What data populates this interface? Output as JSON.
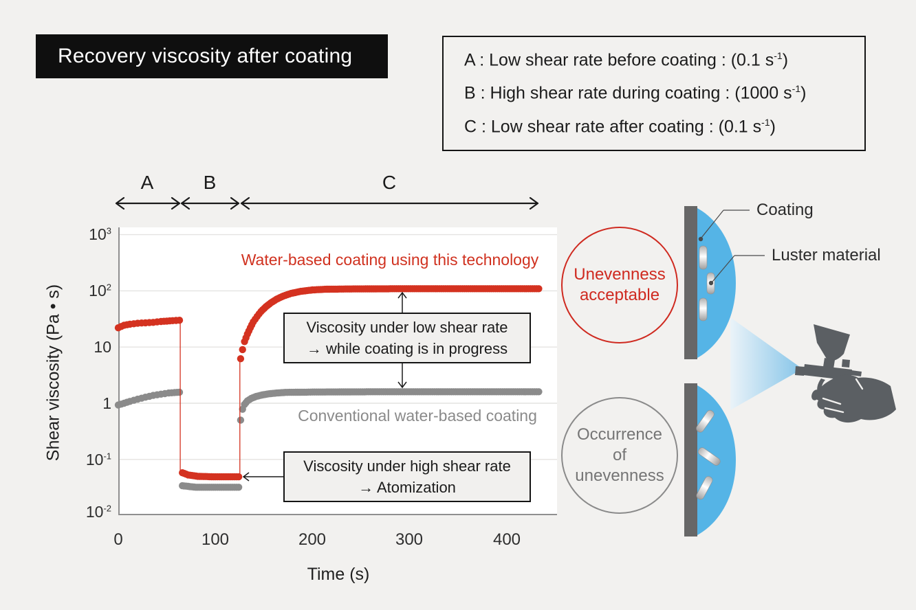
{
  "title": {
    "banner": "Recovery viscosity after coating"
  },
  "legend": {
    "items": [
      {
        "text": "A : Low shear rate before coating : (0.1 s",
        "sup": "-1",
        "close": ")"
      },
      {
        "text": "B : High shear rate during coating : (1000 s",
        "sup": "-1",
        "close": ")"
      },
      {
        "text": "C : Low shear rate after coating : (0.1 s",
        "sup": "-1",
        "close": ")"
      }
    ]
  },
  "chart_data": {
    "type": "scatter",
    "title": "",
    "xlabel": "Time (s)",
    "ylabel": "Shear viscosity (Pa • s)",
    "x_ticks": [
      0,
      100,
      200,
      300,
      400
    ],
    "y_ticks": [
      {
        "base": "10",
        "exp": "3"
      },
      {
        "base": "10",
        "exp": "2"
      },
      {
        "base": "10",
        "exp": ""
      },
      {
        "base": "1",
        "exp": ""
      },
      {
        "base": "10",
        "exp": "-1"
      },
      {
        "base": "10",
        "exp": "-2"
      }
    ],
    "xlim": [
      0,
      450
    ],
    "ylim_log10": [
      -2,
      3
    ],
    "grid": "horizontal-decades",
    "legend_position": "inline-labels",
    "phases": [
      {
        "label": "A",
        "t_range_s": [
          0,
          64
        ]
      },
      {
        "label": "B",
        "t_range_s": [
          64,
          125
        ]
      },
      {
        "label": "C",
        "t_range_s": [
          125,
          433
        ]
      }
    ],
    "series": [
      {
        "name": "Conventional water-based coating",
        "color": "#8b8b8b",
        "segments": [
          {
            "step": 4.5,
            "points": [
              [
                0,
                0.93
              ],
              [
                6,
                1.0
              ],
              [
                12,
                1.08
              ],
              [
                20,
                1.18
              ],
              [
                28,
                1.28
              ],
              [
                36,
                1.38
              ],
              [
                44,
                1.45
              ],
              [
                52,
                1.52
              ],
              [
                58,
                1.55
              ],
              [
                63,
                1.57
              ]
            ]
          },
          {
            "step": 2.2,
            "points": [
              [
                66,
                0.034
              ],
              [
                80,
                0.032
              ],
              [
                100,
                0.032
              ],
              [
                124,
                0.032
              ]
            ]
          },
          {
            "step": 2.2,
            "points": [
              [
                126,
                0.5
              ],
              [
                128,
                0.78
              ],
              [
                130,
                0.95
              ],
              [
                133,
                1.1
              ],
              [
                137,
                1.22
              ],
              [
                142,
                1.32
              ],
              [
                148,
                1.4
              ],
              [
                155,
                1.47
              ],
              [
                163,
                1.52
              ],
              [
                172,
                1.56
              ],
              [
                200,
                1.58
              ],
              [
                260,
                1.6
              ],
              [
                330,
                1.6
              ],
              [
                433,
                1.6
              ]
            ]
          }
        ]
      },
      {
        "name": "Water-based coating using this technology",
        "color": "#d43220",
        "segments": [
          {
            "step": 4.5,
            "points": [
              [
                0,
                22
              ],
              [
                6,
                24.5
              ],
              [
                12,
                25.5
              ],
              [
                20,
                26.5
              ],
              [
                28,
                27
              ],
              [
                36,
                27.5
              ],
              [
                44,
                28.5
              ],
              [
                50,
                29
              ],
              [
                56,
                29.5
              ],
              [
                63,
                30
              ]
            ]
          },
          {
            "step": 2.2,
            "points": [
              [
                66,
                0.058
              ],
              [
                72,
                0.053
              ],
              [
                82,
                0.05
              ],
              [
                100,
                0.049
              ],
              [
                124,
                0.049
              ]
            ]
          },
          {
            "step": 2.2,
            "points": [
              [
                126,
                6.2
              ],
              [
                128,
                9
              ],
              [
                130,
                12.5
              ],
              [
                133,
                17
              ],
              [
                136,
                22
              ],
              [
                139,
                28
              ],
              [
                143,
                35
              ],
              [
                147,
                43
              ],
              [
                152,
                52
              ],
              [
                157,
                61
              ],
              [
                163,
                71
              ],
              [
                170,
                81
              ],
              [
                178,
                90
              ],
              [
                188,
                98
              ],
              [
                200,
                104
              ],
              [
                215,
                107
              ],
              [
                240,
                108
              ],
              [
                280,
                109
              ],
              [
                320,
                109
              ],
              [
                380,
                109
              ],
              [
                433,
                109
              ]
            ]
          }
        ]
      }
    ],
    "connectors": [
      {
        "series": 1,
        "t": 63.8,
        "v": [
          30,
          0.058
        ]
      },
      {
        "series": 1,
        "t": 125.2,
        "v": [
          0.049,
          6.2
        ]
      }
    ]
  },
  "annotations": {
    "low_shear": {
      "line1": "Viscosity under low shear rate",
      "line2": "→ while coating is in progress"
    },
    "high_shear": {
      "line1": "Viscosity under high shear rate",
      "line2": "→ Atomization"
    }
  },
  "right_panel": {
    "circle_red": {
      "lines": [
        "Unevenness",
        "acceptable"
      ]
    },
    "circle_gray": {
      "lines": [
        "Occurrence",
        "of",
        "unevenness"
      ]
    },
    "coating_label": "Coating",
    "luster_label": "Luster material"
  },
  "colors": {
    "accent_red": "#d03020",
    "series_gray": "#8b8b8b",
    "coating_blue": "#55b4e6",
    "banner_bg": "#0f0f0f"
  }
}
